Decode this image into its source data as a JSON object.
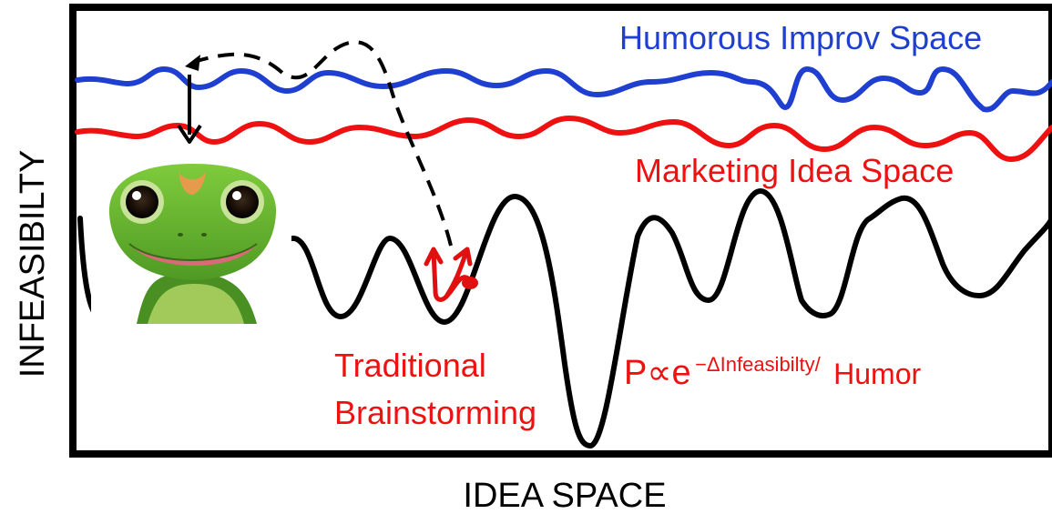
{
  "axes": {
    "y_label": "INFEASIBILTY",
    "x_label": "IDEA SPACE"
  },
  "curves": {
    "humorous": {
      "label": "Humorous Improv Space",
      "color": "#1f3fd0"
    },
    "marketing": {
      "label": "Marketing Idea Space",
      "color": "#ee1111"
    },
    "traditional": {
      "color": "#000000"
    }
  },
  "annotations": {
    "brainstorm_line1": "Traditional",
    "brainstorm_line2": "Brainstorming",
    "formula_prefix": "P∝e",
    "formula_exponent": "−ΔInfeasibilty/",
    "formula_suffix": "Humor"
  },
  "colors": {
    "text_red": "#ee1111",
    "text_blue": "#1f3fd0",
    "frame": "#000000",
    "state_marker": "#e01010"
  },
  "image": {
    "subject": "gecko-mascot"
  }
}
